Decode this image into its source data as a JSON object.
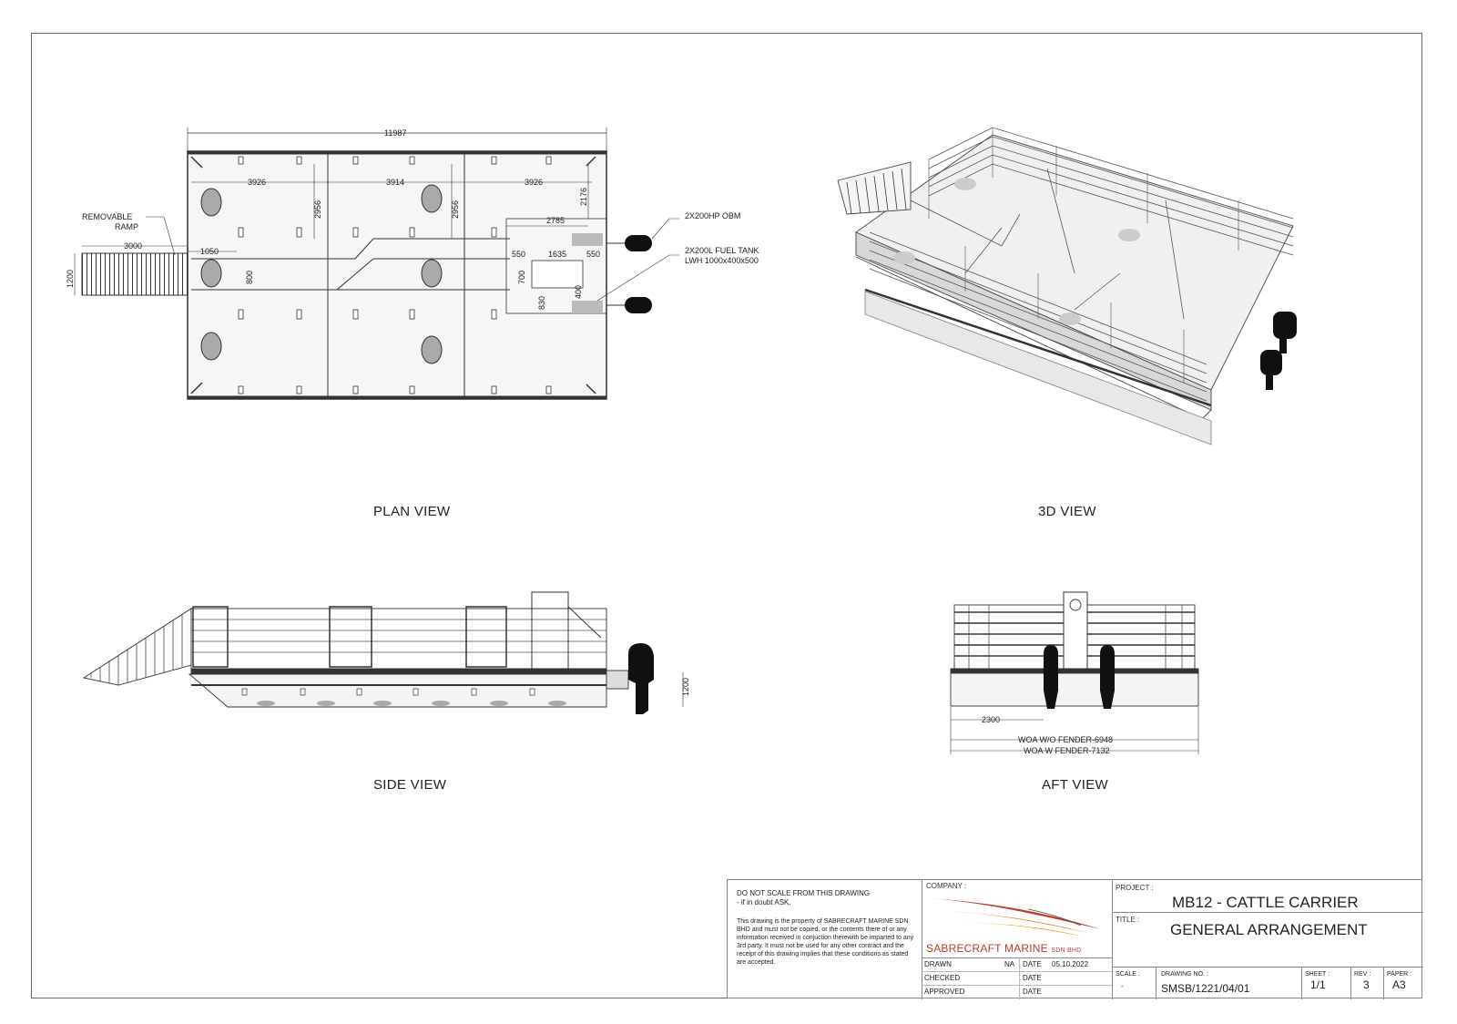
{
  "views": {
    "plan": "PLAN VIEW",
    "three_d": "3D VIEW",
    "side": "SIDE VIEW",
    "aft": "AFT VIEW"
  },
  "plan_labels": {
    "overall_length": "11987",
    "bay1": "3926",
    "bay2": "3914",
    "bay3": "3926",
    "height1": "2956",
    "height2": "2956",
    "height3": "2176",
    "d2785": "2785",
    "d550a": "550",
    "d1635": "1635",
    "d550b": "550",
    "d1050": "1050",
    "d800": "800",
    "d700": "700",
    "d830": "830",
    "d400": "400",
    "ramp_len": "3000",
    "ramp_w": "1200",
    "ramp_label_1": "REMOVABLE",
    "ramp_label_2": "RAMP",
    "obm": "2X200HP OBM",
    "fuel_1": "2X200L FUEL TANK",
    "fuel_2": "LWH 1000x400x500"
  },
  "side_labels": {
    "height": "1200"
  },
  "aft_labels": {
    "d2300": "2300",
    "woa_wo": "WOA W/O FENDER-6948",
    "woa_w": "WOA W FENDER-7132"
  },
  "title_block": {
    "notice_1": "DO NOT SCALE FROM THIS DRAWING",
    "notice_2": "- if in doubt ASK.",
    "property_text": "This drawing is the property of SABRECRAFT MARINE SDN BHD and must not be copied, or the contents there of or any information received in conjuction therewith be imparted to any 3rd party. It must not be used for any other contract and the receipt of this drawing implies that these conditions as stated are accepted.",
    "company_label": "COMPANY :",
    "company_name": "SABRECRAFT MARINE",
    "company_suffix": "SDN BHD",
    "drawn_label": "DRAWN",
    "drawn_value": "NA",
    "date_label": "DATE",
    "drawn_date": "05.10.2022",
    "checked_label": "CHECKED",
    "approved_label": "APPROVED",
    "project_label": "PROJECT :",
    "project_value": "MB12 - CATTLE CARRIER",
    "title_label": "TITLE :",
    "title_value": "GENERAL ARRANGEMENT",
    "scale_label": "SCALE :",
    "scale_value": "-",
    "drawing_no_label": "DRAWING NO. :",
    "drawing_no_value": "SMSB/1221/04/01",
    "sheet_label": "SHEET :",
    "sheet_value": "1/1",
    "rev_label": "REV :",
    "rev_value": "3",
    "paper_label": "PAPER :",
    "paper_value": "A3"
  }
}
